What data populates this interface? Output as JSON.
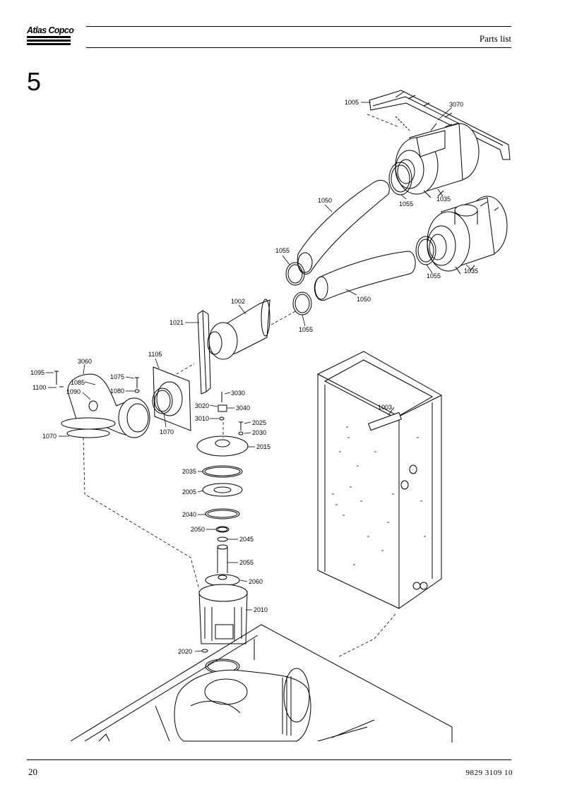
{
  "header": {
    "brand": "Atlas Copco",
    "title": "Parts list"
  },
  "section": {
    "number": "5"
  },
  "footer": {
    "page": "20",
    "doc_number": "9829 3109 10"
  },
  "callouts": {
    "c1005": "1005",
    "c3070": "3070",
    "c1055a": "1055",
    "c1035a": "1035",
    "c1050a": "1050",
    "c1055b": "1055",
    "c1055c": "1055",
    "c1035b": "1035",
    "c1050b": "1050",
    "c1055d": "1055",
    "c1002": "1002",
    "c1021": "1021",
    "c1105": "1105",
    "c3060": "3060",
    "c1095": "1095",
    "c1085": "1085",
    "c1100": "1100",
    "c1090": "1090",
    "c1075": "1075",
    "c1080": "1080",
    "c1070a": "1070",
    "c1070b": "1070",
    "c3030": "3030",
    "c3020": "3020",
    "c3040": "3040",
    "c3010": "3010",
    "c2025": "2025",
    "c2030": "2030",
    "c2015": "2015",
    "c2035": "2035",
    "c2005": "2005",
    "c2040": "2040",
    "c2050": "2050",
    "c2045": "2045",
    "c2055": "2055",
    "c2060": "2060",
    "c2010": "2010",
    "c2020": "2020",
    "c1003": "1003"
  }
}
